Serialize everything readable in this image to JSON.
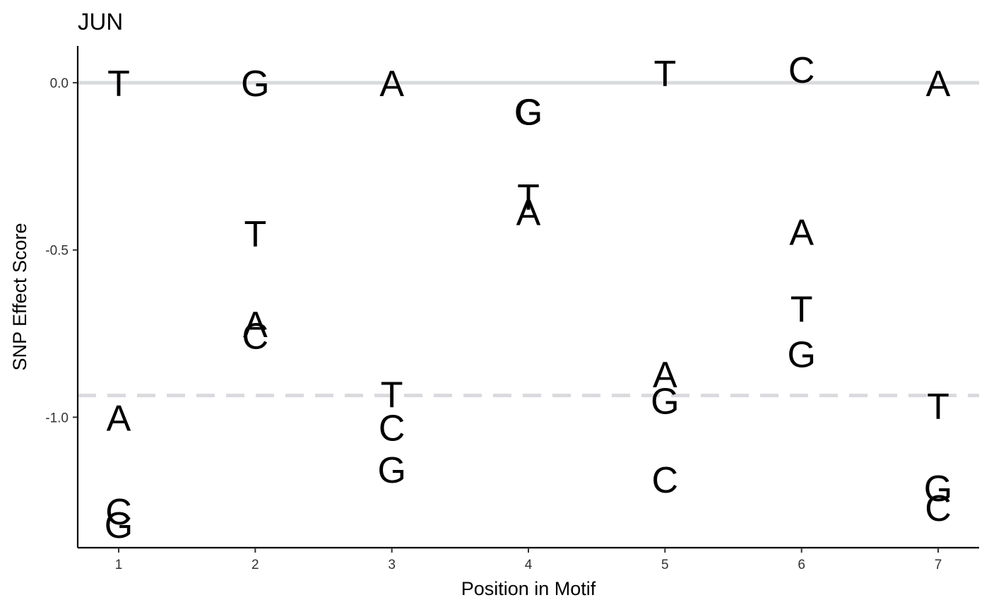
{
  "chart_data": {
    "type": "scatter",
    "title": "JUN",
    "xlabel": "Position in Motif",
    "ylabel": "SNP Effect Score",
    "xlim": [
      0.7,
      7.3
    ],
    "ylim": [
      -1.39,
      0.11
    ],
    "x_ticks": [
      1,
      2,
      3,
      4,
      5,
      6,
      7
    ],
    "x_tick_labels": [
      "1",
      "2",
      "3",
      "4",
      "5",
      "6",
      "7"
    ],
    "y_ticks": [
      0.0,
      -0.5,
      -1.0
    ],
    "y_tick_labels": [
      "0.0",
      "-0.5",
      "-1.0"
    ],
    "grid": false,
    "reference_lines": [
      {
        "y": 0.0,
        "style": "solid",
        "color": "#d9dadd"
      },
      {
        "y": -0.935,
        "style": "dashed",
        "color": "#d9dadd"
      }
    ],
    "points": [
      {
        "x": 1,
        "y": 0.0,
        "label": "T"
      },
      {
        "x": 1,
        "y": -1.0,
        "label": "A"
      },
      {
        "x": 1,
        "y": -1.28,
        "label": "C"
      },
      {
        "x": 1,
        "y": -1.32,
        "label": "G"
      },
      {
        "x": 2,
        "y": 0.0,
        "label": "G"
      },
      {
        "x": 2,
        "y": -0.45,
        "label": "T"
      },
      {
        "x": 2,
        "y": -0.72,
        "label": "A"
      },
      {
        "x": 2,
        "y": -0.755,
        "label": "C"
      },
      {
        "x": 3,
        "y": 0.0,
        "label": "A"
      },
      {
        "x": 3,
        "y": -0.93,
        "label": "T"
      },
      {
        "x": 3,
        "y": -1.03,
        "label": "C"
      },
      {
        "x": 3,
        "y": -1.155,
        "label": "G"
      },
      {
        "x": 4,
        "y": -0.085,
        "label": "C"
      },
      {
        "x": 4,
        "y": -0.085,
        "label": "G"
      },
      {
        "x": 4,
        "y": -0.34,
        "label": "T"
      },
      {
        "x": 4,
        "y": -0.385,
        "label": "A"
      },
      {
        "x": 5,
        "y": 0.03,
        "label": "T"
      },
      {
        "x": 5,
        "y": -0.87,
        "label": "A"
      },
      {
        "x": 5,
        "y": -0.95,
        "label": "G"
      },
      {
        "x": 5,
        "y": -1.185,
        "label": "C"
      },
      {
        "x": 6,
        "y": 0.04,
        "label": "C"
      },
      {
        "x": 6,
        "y": -0.445,
        "label": "A"
      },
      {
        "x": 6,
        "y": -0.675,
        "label": "T"
      },
      {
        "x": 6,
        "y": -0.81,
        "label": "G"
      },
      {
        "x": 7,
        "y": 0.0,
        "label": "A"
      },
      {
        "x": 7,
        "y": -0.965,
        "label": "T"
      },
      {
        "x": 7,
        "y": -1.21,
        "label": "G"
      },
      {
        "x": 7,
        "y": -1.27,
        "label": "C"
      }
    ]
  }
}
